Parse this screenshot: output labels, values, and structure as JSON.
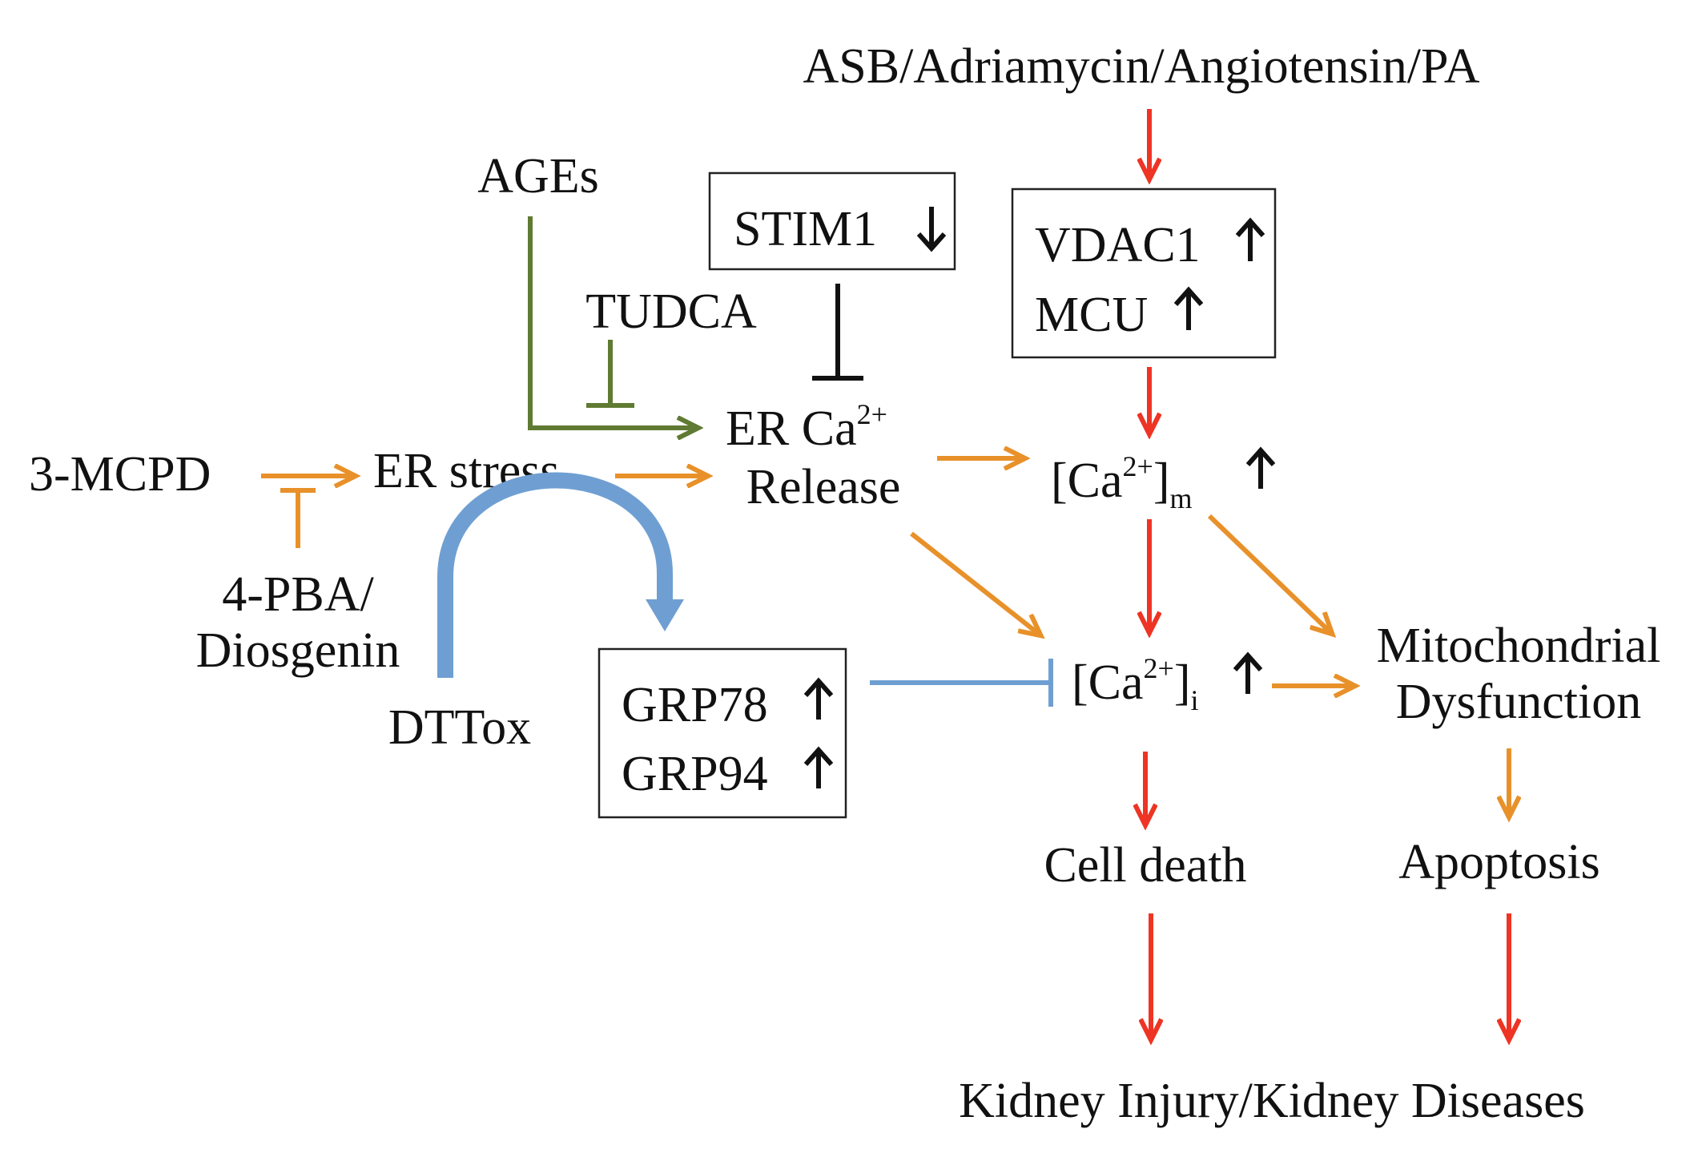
{
  "colors": {
    "red": "#ee3424",
    "orange": "#e8912a",
    "green": "#5f7a32",
    "blue": "#6f9fd2",
    "black": "#111111"
  },
  "icons": {
    "up": "arrow-up-icon",
    "down": "arrow-down-icon"
  },
  "nodes": {
    "asb": "ASB/Adriamycin/Angiotensin/PA",
    "ages": "AGEs",
    "stim1": "STIM1",
    "vdac1": "VDAC1",
    "mcu": "MCU",
    "tudca": "TUDCA",
    "er_ca_line1": "ER Ca",
    "er_ca_sup": "2+",
    "er_ca_line2": "Release",
    "mcpd": "3-MCPD",
    "er_stress": "ER stress",
    "ca_m_open": "[Ca",
    "ca_m_sup": "2+",
    "ca_m_close": "]",
    "ca_m_sub": "m",
    "pba_line1": "4-PBA/",
    "pba_line2": "Diosgenin",
    "dttox": "DTTox",
    "grp78": "GRP78",
    "grp94": "GRP94",
    "ca_i_open": "[Ca",
    "ca_i_sup": "2+",
    "ca_i_close": "]",
    "ca_i_sub": "i",
    "mito_line1": "Mitochondrial",
    "mito_line2": "Dysfunction",
    "cell_death": "Cell death",
    "apoptosis": "Apoptosis",
    "kidney": "Kidney Injury/Kidney Diseases"
  }
}
